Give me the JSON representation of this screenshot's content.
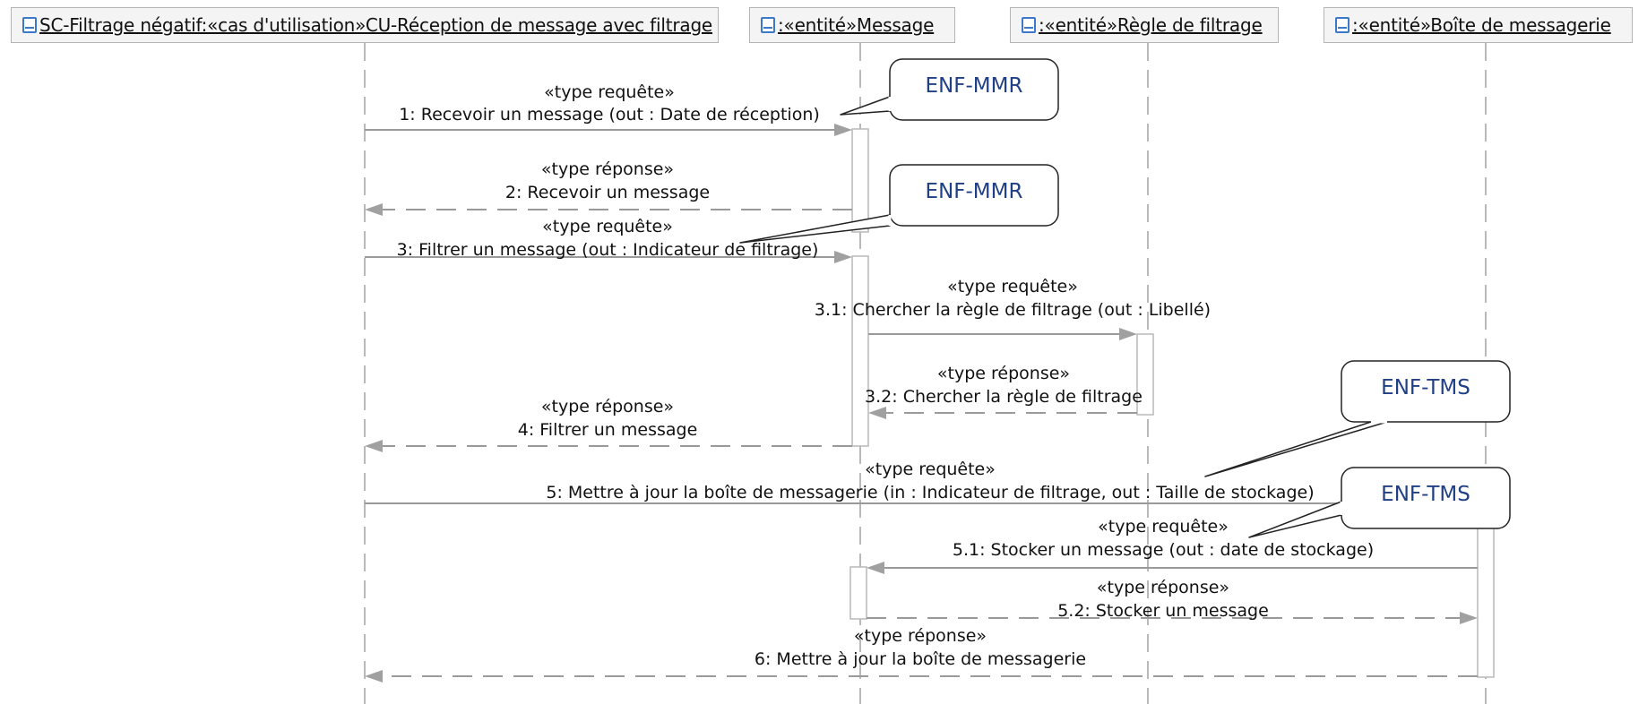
{
  "lifelines": [
    {
      "name": "SC-Filtrage négatif:«cas d'utilisation»CU-Réception de message avec filtrage"
    },
    {
      "name": ":«entité»Message"
    },
    {
      "name": ":«entité»Règle de filtrage"
    },
    {
      "name": ":«entité»Boîte de messagerie"
    }
  ],
  "messages": [
    {
      "id": "m1",
      "stereotype": "«type requête»",
      "label": "1: Recevoir un message (out : Date de réception)",
      "kind": "request"
    },
    {
      "id": "m2",
      "stereotype": "«type réponse»",
      "label": "2: Recevoir un message",
      "kind": "reply"
    },
    {
      "id": "m3",
      "stereotype": "«type requête»",
      "label": "3: Filtrer un message (out : Indicateur de filtrage)",
      "kind": "request"
    },
    {
      "id": "m31",
      "stereotype": "«type requête»",
      "label": "3.1: Chercher la règle de filtrage (out : Libellé)",
      "kind": "request"
    },
    {
      "id": "m32",
      "stereotype": "«type réponse»",
      "label": "3.2: Chercher la règle de filtrage",
      "kind": "reply"
    },
    {
      "id": "m4",
      "stereotype": "«type réponse»",
      "label": "4: Filtrer un message",
      "kind": "reply"
    },
    {
      "id": "m5",
      "stereotype": "«type requête»",
      "label": "5: Mettre à jour la boîte de messagerie (in : Indicateur de filtrage, out : Taille de stockage)",
      "kind": "request"
    },
    {
      "id": "m51",
      "stereotype": "«type requête»",
      "label": "5.1: Stocker un message (out : date de stockage)",
      "kind": "request"
    },
    {
      "id": "m52",
      "stereotype": "«type réponse»",
      "label": "5.2: Stocker un message",
      "kind": "reply"
    },
    {
      "id": "m6",
      "stereotype": "«type réponse»",
      "label": "6: Mettre à jour la boîte de messagerie",
      "kind": "reply"
    }
  ],
  "callouts": [
    {
      "id": "c1",
      "text": "ENF-MMR"
    },
    {
      "id": "c2",
      "text": "ENF-MMR"
    },
    {
      "id": "c3",
      "text": "ENF-TMS"
    },
    {
      "id": "c4",
      "text": "ENF-TMS"
    }
  ],
  "colors": {
    "lifeline": "#b9b9b9",
    "message": "#9a9a9a",
    "arrowhead": "#a0a0a0",
    "callout_text": "#1f3f86",
    "activation_fill": "#ffffff"
  }
}
